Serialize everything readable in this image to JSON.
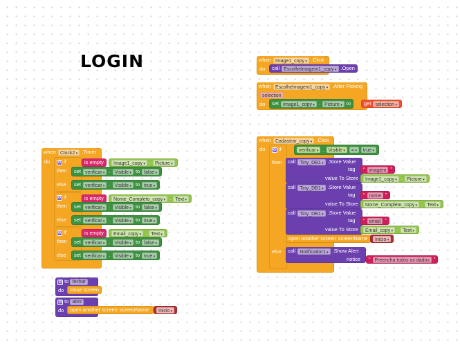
{
  "title": "LOGIN",
  "kw": {
    "when": "when",
    "do": "do",
    "if": "if",
    "then": "then",
    "else": "else",
    "set": "set",
    "to": "to",
    "call": "call",
    "get": "get",
    "dot": ".",
    "is_empty": "is empty",
    "tag": "tag",
    "value_to_store": "value To Store",
    "notice": "notice",
    "open_screen": "open another screen",
    "screen_name": "screenName",
    "close_screen": "close screen",
    "proc_to": "to"
  },
  "clock": {
    "component": "Clock2",
    "event": ".Timer",
    "ifs": [
      {
        "comp": "Image1_copy",
        "prop": "Picture",
        "then": {
          "comp": "verificar",
          "prop": "Visible",
          "value": "false"
        },
        "else": {
          "comp": "verificar",
          "prop": "Visible",
          "value": "true"
        }
      },
      {
        "comp": "Nome_Completo_copy",
        "prop": "Text",
        "then": {
          "comp": "verificar",
          "prop": "Visible",
          "value": "false"
        },
        "else": {
          "comp": "verificar",
          "prop": "Visible",
          "value": "true"
        }
      },
      {
        "comp": "Email_copy",
        "prop": "Text",
        "then": {
          "comp": "verificar",
          "prop": "Visible",
          "value": "false"
        },
        "else": {
          "comp": "verificar",
          "prop": "Visible",
          "value": "true"
        }
      }
    ]
  },
  "img_click": {
    "component": "Image1_copy",
    "event": ".Click",
    "call_comp": "Escolhelmagem1_copy",
    "method": ".Open"
  },
  "after_pick": {
    "component": "Escolhelmagem1_copy",
    "event": ".After Picking",
    "param": "selection",
    "set_comp": "Image1_copy",
    "set_prop": "Picture",
    "get_var": "selection"
  },
  "cadastrar": {
    "component": "Cadastrar_copy",
    "event": ".Click",
    "cond": {
      "comp": "verificar",
      "prop": "Visible",
      "op": "=",
      "value": "true"
    },
    "stores": [
      {
        "db": "Tiny_DB1",
        "method": ".Store Value",
        "tag": "imagem",
        "comp": "Image1_copy",
        "prop": "Picture"
      },
      {
        "db": "Tiny_DB1",
        "method": ".Store Value",
        "tag": "nome",
        "comp": "Nome_Completo_copy",
        "prop": "Text"
      },
      {
        "db": "Tiny_DB1",
        "method": ".Store Value",
        "tag": "email",
        "comp": "Email_copy",
        "prop": "Text"
      }
    ],
    "screen": "Inicio",
    "alert": {
      "comp": "Notificador1",
      "method": ".Show Alert",
      "notice": "Preencha todos os dados"
    }
  },
  "procs": [
    {
      "name": "fechar"
    },
    {
      "name": "abrir",
      "screen": "Inicio"
    }
  ],
  "colors": {
    "event": "#f5a623",
    "set": "#3d9140",
    "component": "#93c54b",
    "is_empty": "#d8276a",
    "call": "#6b3fae",
    "get": "#f2502e",
    "text": "#cc1f5c"
  }
}
